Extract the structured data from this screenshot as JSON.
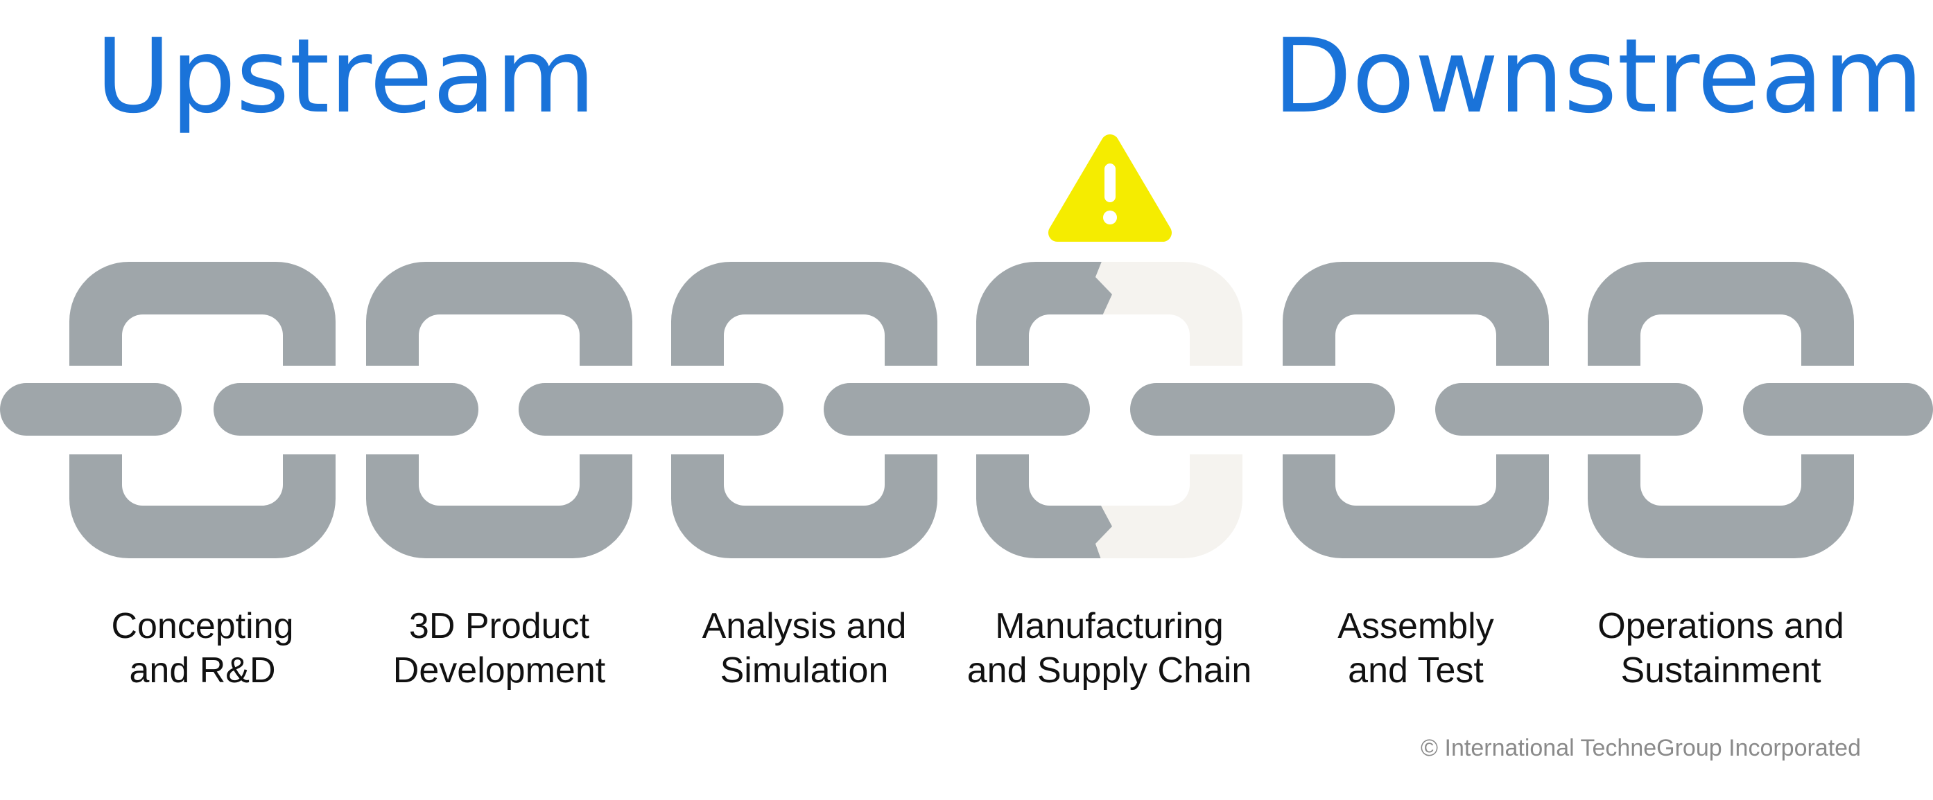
{
  "headings": {
    "upstream": "Upstream",
    "downstream": "Downstream"
  },
  "warning_icon": "warning-triangle-icon",
  "stages": [
    {
      "line1": "Concepting",
      "line2": "and R&D"
    },
    {
      "line1": "3D Product",
      "line2": "Development"
    },
    {
      "line1": "Analysis and",
      "line2": "Simulation"
    },
    {
      "line1": "Manufacturing",
      "line2": "and Supply Chain",
      "broken": true
    },
    {
      "line1": "Assembly",
      "line2": "and Test"
    },
    {
      "line1": "Operations and",
      "line2": "Sustainment"
    }
  ],
  "copyright": "© International TechneGroup Incorporated",
  "colors": {
    "heading": "#1a73d9",
    "chain": "#9fa6aa",
    "broken_link_faded": "#f5f3ef",
    "warning": "#f5ec00",
    "text": "#111111",
    "copyright": "#8a8a8a"
  }
}
